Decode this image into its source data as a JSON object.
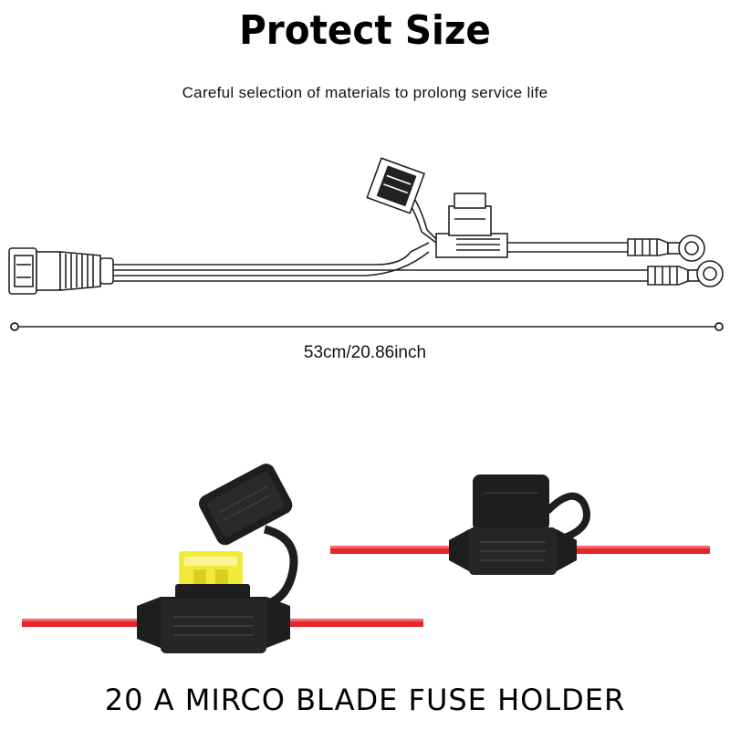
{
  "header": {
    "title": "Protect Size",
    "subtitle": "Careful selection of materials to prolong service life"
  },
  "measurement": {
    "label": "53cm/20.86inch"
  },
  "footer": {
    "caption": "20 A MIRCO BLADE FUSE HOLDER"
  },
  "colors": {
    "wire_red": "#e8262a",
    "holder_black": "#1e1e1e",
    "fuse_yellow": "#f2ea3a",
    "line_art": "#222222"
  }
}
